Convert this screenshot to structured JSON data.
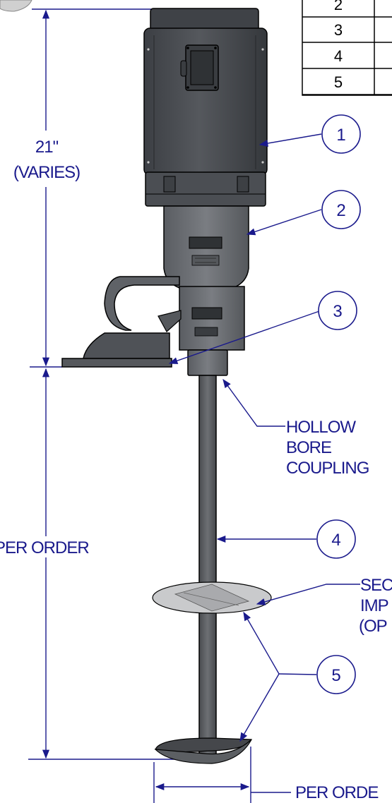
{
  "colors": {
    "dimension": "#1a1a8c",
    "motor_dark": "#4a4d52",
    "metal": "#6b6e72",
    "outline": "#000000"
  },
  "table": {
    "rows": [
      "2",
      "3",
      "4",
      "5"
    ]
  },
  "dimensions": {
    "height_value": "21\"",
    "height_note": "(VARIES)",
    "shaft_length": "PER ORDER",
    "impeller_diameter": "PER ORDE"
  },
  "balloons": [
    "1",
    "2",
    "3",
    "4",
    "5"
  ],
  "callouts": {
    "coupling": [
      "HOLLOW",
      "BORE",
      "COUPLING"
    ],
    "second_impeller": [
      "SEC",
      "IMP",
      "(OP"
    ]
  }
}
